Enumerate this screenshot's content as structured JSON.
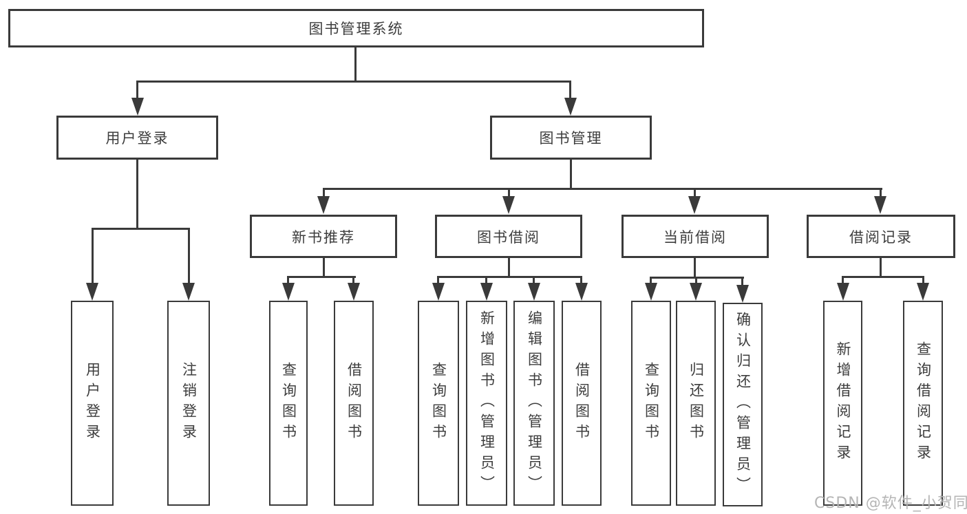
{
  "diagram": {
    "type": "hierarchy-structure-chart",
    "colors": {
      "line": "#3a3a3a",
      "text": "#3d3d3d",
      "background": "#ffffff",
      "watermark_text": "#b5b5b5"
    },
    "tree": {
      "label": "图书管理系统",
      "children": [
        {
          "label": "用户登录",
          "children": [
            {
              "label": "用户登录"
            },
            {
              "label": "注销登录"
            }
          ]
        },
        {
          "label": "图书管理",
          "children": [
            {
              "label": "新书推荐",
              "children": [
                {
                  "label": "查询图书"
                },
                {
                  "label": "借阅图书"
                }
              ]
            },
            {
              "label": "图书借阅",
              "children": [
                {
                  "label": "查询图书"
                },
                {
                  "label": "新增图书（管理员）"
                },
                {
                  "label": "编辑图书（管理员）"
                },
                {
                  "label": "借阅图书"
                }
              ]
            },
            {
              "label": "当前借阅",
              "children": [
                {
                  "label": "查询图书"
                },
                {
                  "label": "归还图书"
                },
                {
                  "label": "确认归还（管理员）"
                }
              ]
            },
            {
              "label": "借阅记录",
              "children": [
                {
                  "label": "新增借阅记录"
                },
                {
                  "label": "查询借阅记录"
                }
              ]
            }
          ]
        }
      ]
    },
    "watermark": "CSDN @软件_小贺同学"
  }
}
